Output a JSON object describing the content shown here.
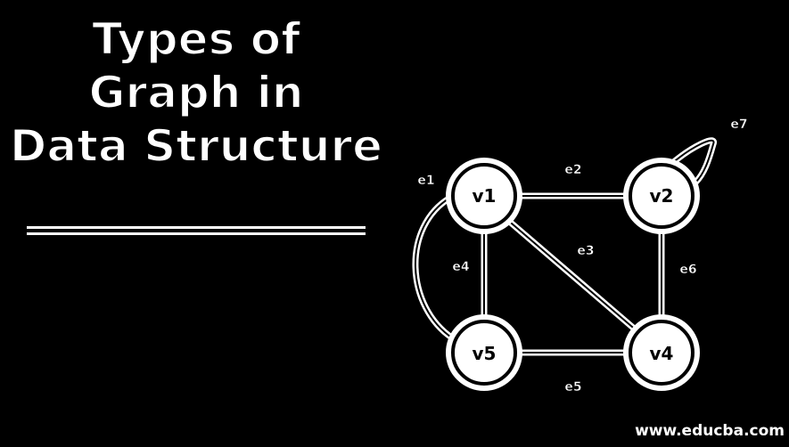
{
  "title": {
    "line1": "Types of",
    "line2": "Graph in",
    "line3": "Data Structure"
  },
  "footer": {
    "url": "www.educba.com"
  },
  "graph": {
    "vertices": [
      {
        "id": "v1",
        "label": "v1"
      },
      {
        "id": "v2",
        "label": "v2"
      },
      {
        "id": "v4",
        "label": "v4"
      },
      {
        "id": "v5",
        "label": "v5"
      }
    ],
    "edges": [
      {
        "id": "e1",
        "label": "e1",
        "from": "v1",
        "to": "v5",
        "style": "curved"
      },
      {
        "id": "e2",
        "label": "e2",
        "from": "v1",
        "to": "v2"
      },
      {
        "id": "e3",
        "label": "e3",
        "from": "v1",
        "to": "v4"
      },
      {
        "id": "e4",
        "label": "e4",
        "from": "v1",
        "to": "v5"
      },
      {
        "id": "e5",
        "label": "e5",
        "from": "v5",
        "to": "v4"
      },
      {
        "id": "e6",
        "label": "e6",
        "from": "v2",
        "to": "v4"
      },
      {
        "id": "e7",
        "label": "e7",
        "from": "v2",
        "to": "v2",
        "style": "loop"
      }
    ]
  },
  "colors": {
    "background": "#000000",
    "foreground": "#ffffff"
  }
}
